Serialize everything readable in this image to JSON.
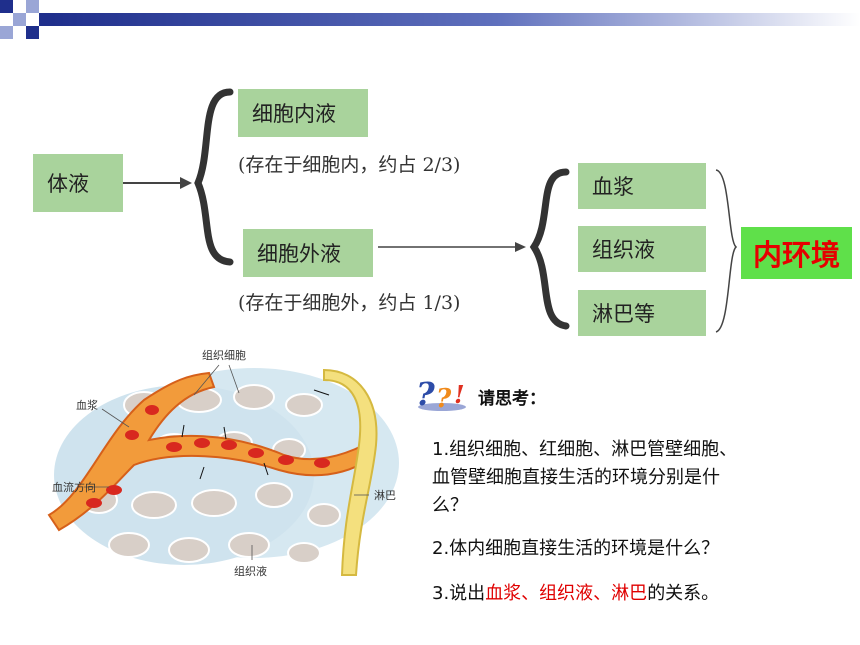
{
  "header": {
    "accent_color": "#1f2f8c",
    "light_color": "#9aa6d6"
  },
  "diagram": {
    "body_fluid": "体液",
    "intracellular": "细胞内液",
    "intracellular_note": "(存在于细胞内，约占 2/3)",
    "extracellular": "细胞外液",
    "extracellular_note": "(存在于细胞外，约占 1/3)",
    "components": [
      "血浆",
      "组织液",
      "淋巴等"
    ],
    "inner_environment": "内环境"
  },
  "illustration": {
    "tissue_cell": "组织细胞",
    "plasma": "血浆",
    "flow_direction": "血流方向",
    "lymph": "淋巴",
    "tissue_fluid": "组织液"
  },
  "think": {
    "title": "请思考：",
    "q1_line1": "1.组织细胞、红细胞、淋巴管壁细胞、",
    "q1_line2": "血管壁细胞直接生活的环境分别是什",
    "q1_line3": "么？",
    "q2": "2.体内细胞直接生活的环境是什么？",
    "q3_prefix": "3.说出",
    "q3_red": "血浆、组织液、淋巴",
    "q3_suffix": "的关系。"
  }
}
